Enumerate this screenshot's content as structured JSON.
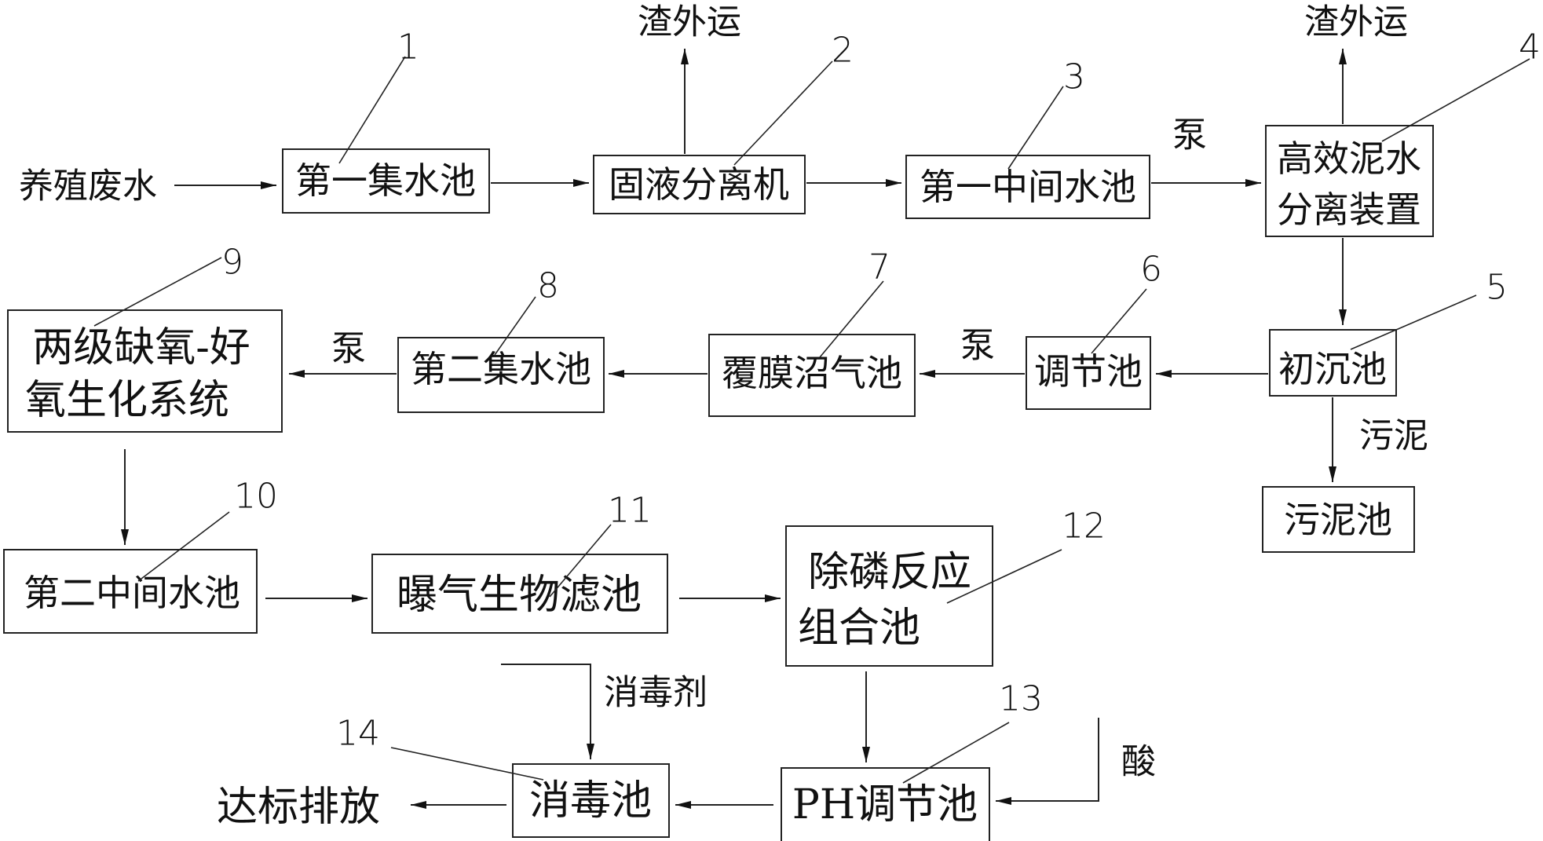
{
  "nodes": {
    "n1": "第一集水池",
    "n2": "固液分离机",
    "n3": "第一中间水池",
    "n4_line1": "高效泥水",
    "n4_line2": "分离装置",
    "n5": "初沉池",
    "n6": "调节池",
    "n7": "覆膜沼气池",
    "n8": "第二集水池",
    "n9_line1": "两级缺氧-好",
    "n9_line2": "氧生化系统",
    "n10": "第二中间水池",
    "n11": "曝气生物滤池",
    "n12_line1": "除磷反应",
    "n12_line2": "组合池",
    "n13": "PH调节池",
    "n14": "消毒池",
    "sludge_tank": "污泥池"
  },
  "labels": {
    "input": "养殖废水",
    "slag_out_1": "渣外运",
    "slag_out_2": "渣外运",
    "pump_1": "泵",
    "pump_2": "泵",
    "pump_3": "泵",
    "sludge": "污泥",
    "disinfectant": "消毒剂",
    "acid": "酸",
    "discharge": "达标排放"
  },
  "callouts": [
    "1",
    "2",
    "3",
    "4",
    "5",
    "6",
    "7",
    "8",
    "9",
    "10",
    "11",
    "12",
    "13",
    "14"
  ]
}
